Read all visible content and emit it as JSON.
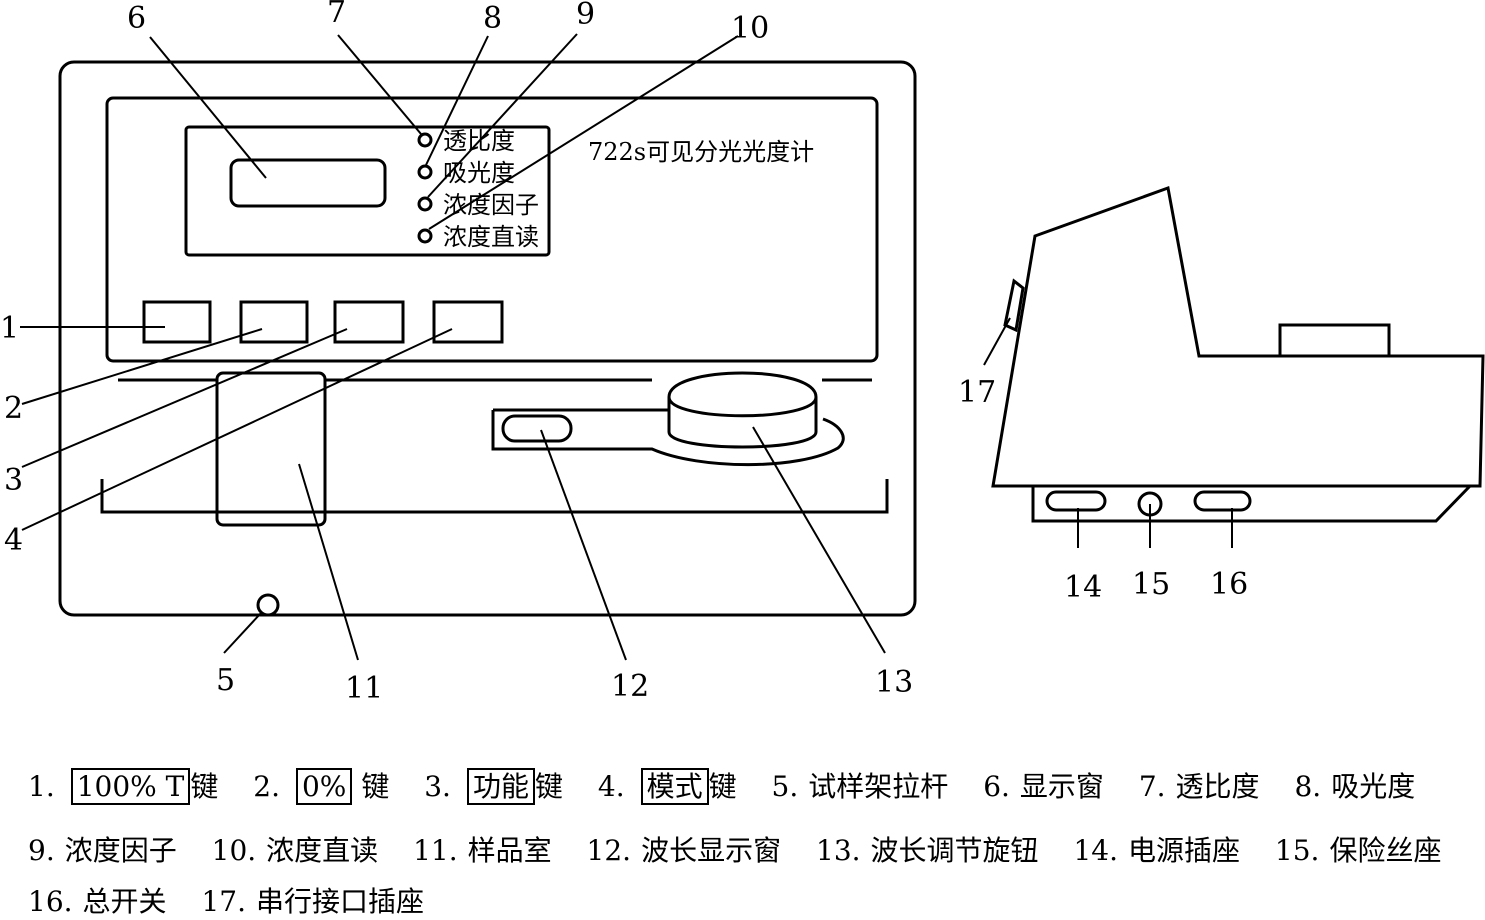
{
  "instrument": {
    "panel_title": "722s可见分光光度计",
    "indicators": [
      "透比度",
      "吸光度",
      "浓度因子",
      "浓度直读"
    ]
  },
  "callouts": [
    "1",
    "2",
    "3",
    "4",
    "5",
    "6",
    "7",
    "8",
    "9",
    "10",
    "11",
    "12",
    "13",
    "14",
    "15",
    "16",
    "17"
  ],
  "legend": {
    "line1": [
      {
        "num": "1.",
        "boxed": "100% T",
        "text": "键"
      },
      {
        "num": "2.",
        "boxed": "0%",
        "text": "键"
      },
      {
        "num": "3.",
        "boxed": "功能",
        "text": "键"
      },
      {
        "num": "4.",
        "boxed": "模式",
        "text": "键"
      },
      {
        "num": "5.",
        "text": "试样架拉杆"
      },
      {
        "num": "6.",
        "text": "显示窗"
      },
      {
        "num": "7.",
        "text": "透比度"
      },
      {
        "num": "8.",
        "text": "吸光度"
      }
    ],
    "line2": [
      {
        "num": "9.",
        "text": "浓度因子"
      },
      {
        "num": "10.",
        "text": "浓度直读"
      },
      {
        "num": "11.",
        "text": "样品室"
      },
      {
        "num": "12.",
        "text": "波长显示窗"
      },
      {
        "num": "13.",
        "text": "波长调节旋钮"
      },
      {
        "num": "14.",
        "text": "电源插座"
      },
      {
        "num": "15.",
        "text": "保险丝座"
      }
    ],
    "line3": [
      {
        "num": "16.",
        "text": "总开关"
      },
      {
        "num": "17.",
        "text": "串行接口插座"
      }
    ]
  }
}
